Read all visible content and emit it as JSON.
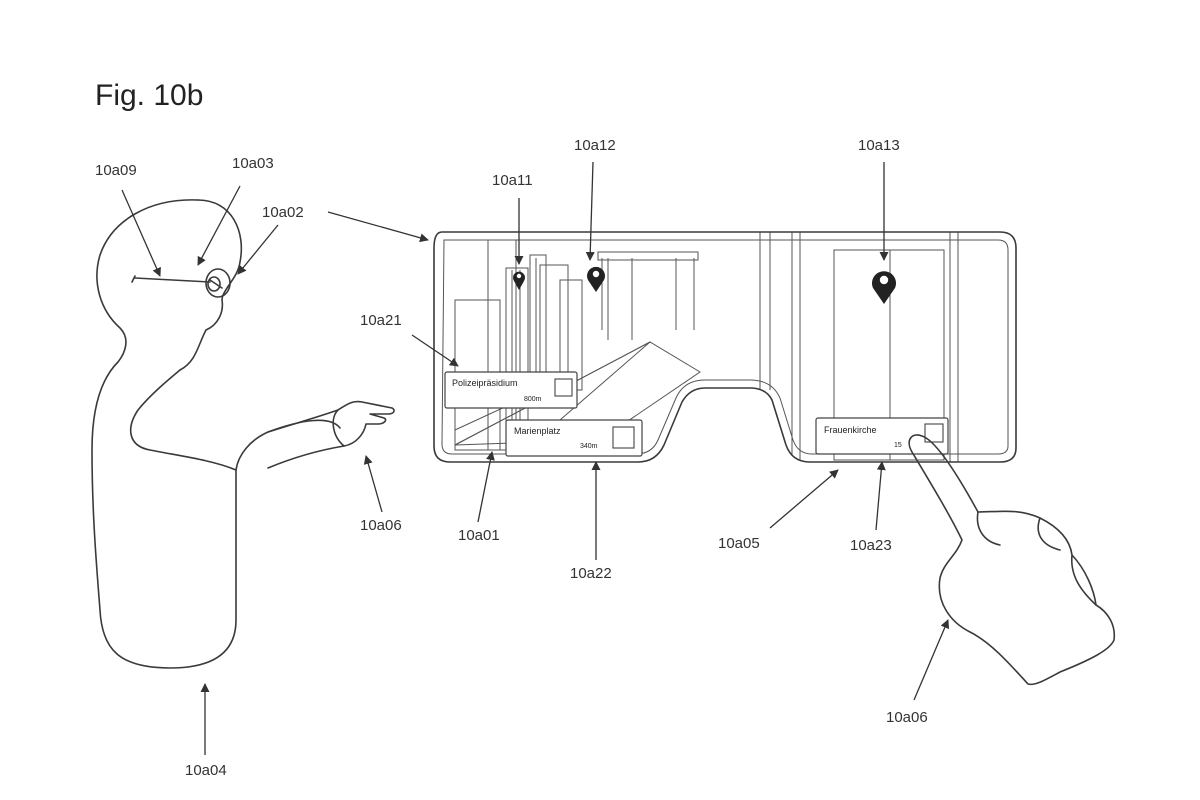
{
  "figure": {
    "title": "Fig. 10b"
  },
  "references": {
    "r10a09": "10a09",
    "r10a03": "10a03",
    "r10a02": "10a02",
    "r10a21": "10a21",
    "r10a11": "10a11",
    "r10a12": "10a12",
    "r10a13": "10a13",
    "r10a06_left": "10a06",
    "r10a01": "10a01",
    "r10a22": "10a22",
    "r10a05": "10a05",
    "r10a23": "10a23",
    "r10a06_right": "10a06",
    "r10a04": "10a04"
  },
  "poi_cards": {
    "polizei": {
      "label": "Polizeipräsidium",
      "distance": "800m"
    },
    "marienplatz": {
      "label": "Marienplatz",
      "distance": "340m"
    },
    "frauenkirche": {
      "label": "Frauenkirche",
      "distance": "15"
    }
  }
}
